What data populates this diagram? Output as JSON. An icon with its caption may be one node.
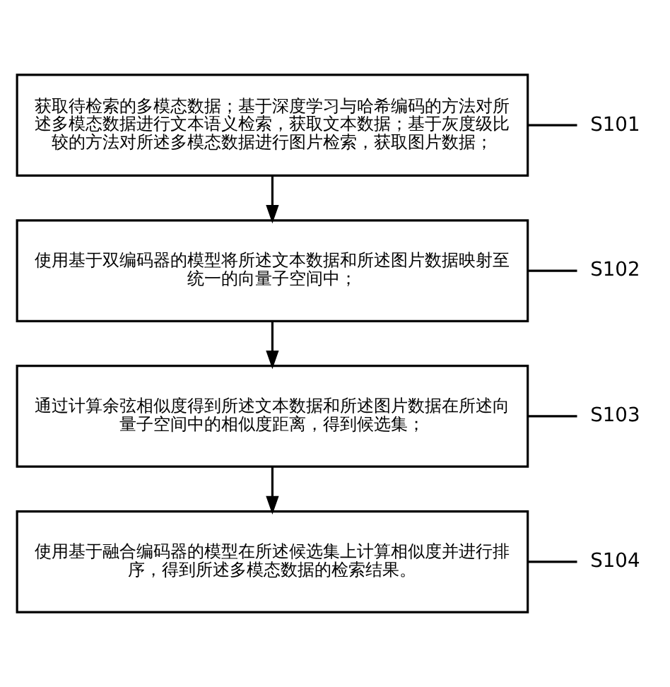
{
  "diagram": {
    "nodes": [
      {
        "text": [
          "获取待检索的多模态数据；基于深度学习与哈希编码的方法对所述多模态数据进行文本语义检索，获取文本数据；基于灰度级比较的方法对所述多模态数据进行图片检索，获取图片数据；"
        ]
      },
      {
        "text": [
          "S101"
        ]
      },
      {
        "text": [
          "使用基于双编码器的模型将所述文本数据和所述图片数据映射至统一的向量子空间中；"
        ]
      },
      {
        "text": [
          "S102"
        ]
      },
      {
        "text": [
          "通过计算余弦相似度得到所述文本数据和所述图片数据在所述向量子空间中的相似度距离，得到候选集；"
        ]
      },
      {
        "text": [
          "S103"
        ]
      },
      {
        "text": [
          "使用基于融合编码器的模型在所述候选集上计算相似度并进行排序，得到所述多模态数据的检索结果。"
        ]
      },
      {
        "text": [
          "S104"
        ]
      }
    ],
    "edges": [
      {
        "from": 1,
        "to": 0,
        "arrow": "none"
      },
      {
        "from": 0,
        "to": 2,
        "arrow": "to"
      },
      {
        "from": 3,
        "to": 2,
        "arrow": "none"
      },
      {
        "from": 2,
        "to": 4,
        "arrow": "to"
      },
      {
        "from": 5,
        "to": 4,
        "arrow": "none"
      },
      {
        "from": 4,
        "to": 6,
        "arrow": "to"
      },
      {
        "from": 7,
        "to": 6,
        "arrow": "none"
      }
    ]
  }
}
